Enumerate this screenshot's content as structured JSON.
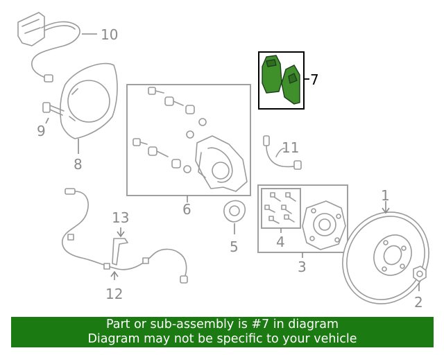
{
  "diagram": {
    "callouts": [
      {
        "number": "1",
        "part": "rotor"
      },
      {
        "number": "2",
        "part": "nut"
      },
      {
        "number": "3",
        "part": "hub"
      },
      {
        "number": "4",
        "part": "hub-bolts"
      },
      {
        "number": "5",
        "part": "shim"
      },
      {
        "number": "6",
        "part": "caliper"
      },
      {
        "number": "7",
        "part": "brake-pads"
      },
      {
        "number": "8",
        "part": "dust-shield"
      },
      {
        "number": "9",
        "part": "bolt"
      },
      {
        "number": "10",
        "part": "abs-sensor"
      },
      {
        "number": "11",
        "part": "wear-sensor"
      },
      {
        "number": "12",
        "part": "harness"
      },
      {
        "number": "13",
        "part": "bracket"
      }
    ],
    "highlight_color": "#3f8f2b",
    "label_color": "#8a8a8a"
  },
  "banner": {
    "line1": "Part or sub-assembly is #7 in diagram",
    "line2": "Diagram may not be specific to your vehicle",
    "bg_color": "#1c7a12"
  }
}
